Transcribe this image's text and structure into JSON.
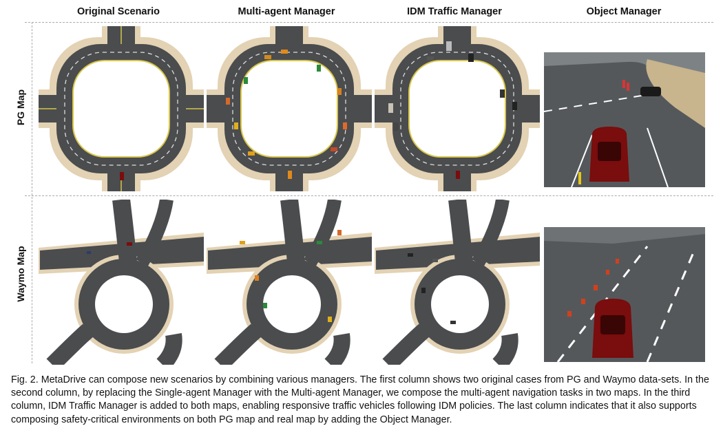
{
  "columns": [
    "Original Scenario",
    "Multi-agent Manager",
    "IDM Traffic Manager",
    "Object Manager"
  ],
  "rows": [
    "PG Map",
    "Waymo Map"
  ],
  "caption": "Fig. 2. MetaDrive can compose new scenarios by combining various managers. The first column shows two original cases from PG and Waymo data-sets. In the second column, by replacing the Single-agent Manager with the Multi-agent Manager, we compose the multi-agent navigation tasks in two maps. In the third column, IDM Traffic Manager is added to both maps, enabling responsive traffic vehicles following IDM policies. The last column indicates that it also supports composing safety-critical environments on both PG map and real map by adding the Object Manager.",
  "colors": {
    "road": "#4a4c4e",
    "sidewalk": "#e3d2b3",
    "lane_yellow": "#d8c64a",
    "car_red": "#7a0d0d"
  }
}
